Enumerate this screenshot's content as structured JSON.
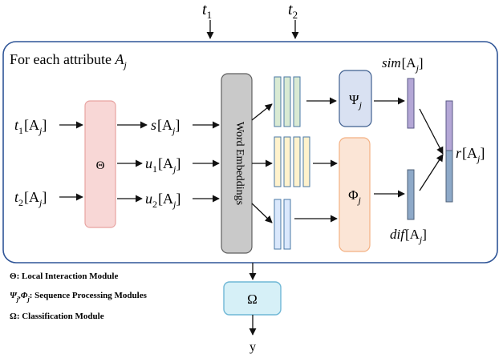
{
  "title": "",
  "inputs": {
    "t1_top": "t",
    "t1_top_sub": "1",
    "t2_top": "t",
    "t2_top_sub": "2"
  },
  "frame": {
    "header_text": "For each attribute ",
    "header_math": "A",
    "header_math_sub": "j"
  },
  "left_inputs": {
    "t1_label_main": "t",
    "t1_label_sub": "1",
    "t1_label_bracket": "[A",
    "t1_label_bracket_sub": "j",
    "t1_label_close": "]",
    "t2_label_main": "t",
    "t2_label_sub": "2",
    "t2_label_bracket": "[A",
    "t2_label_bracket_sub": "j",
    "t2_label_close": "]"
  },
  "theta": {
    "label": "Θ"
  },
  "intermediate": {
    "s_main": "s",
    "s_bracket": "[A",
    "s_bracket_sub": "j",
    "s_close": "]",
    "u1_main": "u",
    "u1_sub": "1",
    "u1_bracket": "[A",
    "u1_bracket_sub": "j",
    "u1_close": "]",
    "u2_main": "u",
    "u2_sub": "2",
    "u2_bracket": "[A",
    "u2_bracket_sub": "j",
    "u2_close": "]"
  },
  "word_embeddings": {
    "label": "Word Embeddings"
  },
  "psi": {
    "label": "Ψ",
    "sub": "j"
  },
  "phi": {
    "label": "Φ",
    "sub": "j"
  },
  "sim": {
    "main": "sim",
    "bracket": "[A",
    "bracket_sub": "j",
    "close": "]"
  },
  "dif": {
    "main": "dif",
    "bracket": "[A",
    "bracket_sub": "j",
    "close": "]"
  },
  "r": {
    "main": "r",
    "bracket": "[A",
    "bracket_sub": "j",
    "close": "]"
  },
  "omega": {
    "label": "Ω"
  },
  "output": {
    "label": "y"
  },
  "legend": {
    "line1_symbol": "Θ",
    "line1_text": ": Local Interaction Module",
    "line2_symbol_a": "Ψ",
    "line2_symbol_a_sub": "j",
    "line2_sep": ",",
    "line2_symbol_b": "Φ",
    "line2_symbol_b_sub": "j",
    "line2_text": ": Sequence Processing Modules",
    "line3_symbol": "Ω",
    "line3_text": ": Classification Module"
  },
  "colors": {
    "frame_stroke": "#2f5597",
    "theta_fill": "#f8d7d6",
    "theta_stroke": "#e8a3a1",
    "word_emb_fill": "#c9c9c9",
    "word_emb_stroke": "#5f5f5f",
    "green_fill": "#d9ead3",
    "green_stroke": "#4a78a6",
    "yellow_fill": "#fff2cc",
    "yellow_stroke": "#4a78a6",
    "blue_fill": "#dae8fc",
    "blue_stroke": "#4a78a6",
    "psi_fill": "#d9e1f2",
    "psi_stroke": "#3f5f8f",
    "phi_fill": "#fbe5d6",
    "phi_stroke": "#f4b183",
    "sim_bar_fill": "#b4a7d6",
    "dif_bar_fill": "#8ea9c8",
    "r_top_fill": "#b4a7d6",
    "r_bottom_fill": "#8ea9c8",
    "omega_fill": "#d6f0f7",
    "omega_stroke": "#6fb7d6",
    "arrow": "#111111"
  }
}
